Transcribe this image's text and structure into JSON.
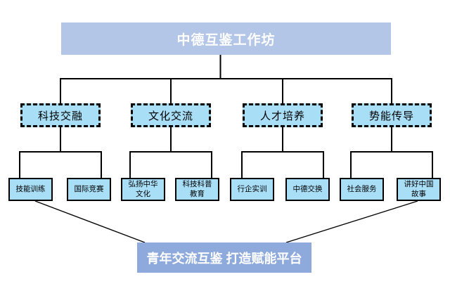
{
  "diagram": {
    "title": "中德互鉴工作坊",
    "footer": "青年交流互鉴 打造赋能平台",
    "branches": [
      {
        "label": "科技交融",
        "children": [
          {
            "label": "技能训练"
          },
          {
            "label": "国际竞赛"
          }
        ]
      },
      {
        "label": "文化交流",
        "children": [
          {
            "label": "弘扬中华\n文化"
          },
          {
            "label": "科技科普\n教育"
          }
        ]
      },
      {
        "label": "人才培养",
        "children": [
          {
            "label": "行企实训"
          },
          {
            "label": "中德交换"
          }
        ]
      },
      {
        "label": "势能传导",
        "children": [
          {
            "label": "社会服务"
          },
          {
            "label": "讲好中国\n故事"
          }
        ]
      }
    ],
    "colors": {
      "root_fill": "#b4c6e7",
      "footer_fill": "#8ea9db",
      "node_fill": "#a9def7",
      "line": "#000000",
      "node_text": "#000000",
      "banner_text": "#ffffff",
      "bg": "#ffffff"
    }
  }
}
